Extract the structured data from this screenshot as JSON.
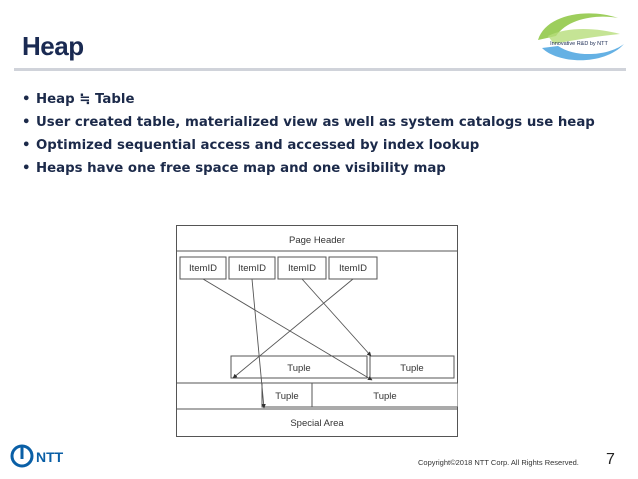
{
  "slide": {
    "title": "Heap",
    "logo_text": "Innovative R&D by NTT",
    "bullets": [
      "Heap ≒ Table",
      "User created table, materialized view as well as system catalogs use heap",
      "Optimized sequential access and accessed by index lookup",
      "Heaps have one free space map and one visibility map"
    ],
    "bullet_glyph": "•"
  },
  "diagram": {
    "page_header": "Page Header",
    "item_ids": [
      "ItemID",
      "ItemID",
      "ItemID",
      "ItemID"
    ],
    "tuple_row1": [
      "Tuple",
      "Tuple"
    ],
    "tuple_row2": [
      "Tuple",
      "Tuple"
    ],
    "special_area": "Special Area"
  },
  "footer": {
    "company_logo": "NTT",
    "copyright": "Copyright©2018  NTT Corp. All Rights Reserved.",
    "page_number": "7"
  },
  "colors": {
    "title": "#1a2a52",
    "ntt_blue": "#0a5fa6",
    "logo_green": "#8cc63f",
    "logo_blue": "#4aa3df"
  }
}
